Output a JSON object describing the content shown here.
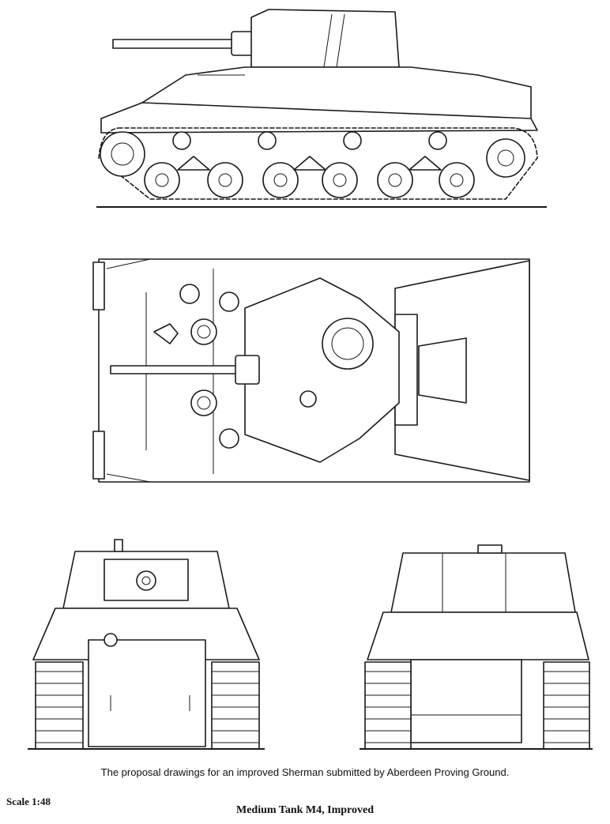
{
  "figure": {
    "caption": "The proposal drawings for an improved Sherman submitted by Aberdeen Proving Ground.",
    "scale": "Scale 1:48",
    "title": "Medium Tank M4, Improved"
  },
  "views": [
    {
      "id": "side",
      "icon": "tank-side-view"
    },
    {
      "id": "top",
      "icon": "tank-top-view"
    },
    {
      "id": "front",
      "icon": "tank-front-view"
    },
    {
      "id": "rear",
      "icon": "tank-rear-view"
    }
  ]
}
